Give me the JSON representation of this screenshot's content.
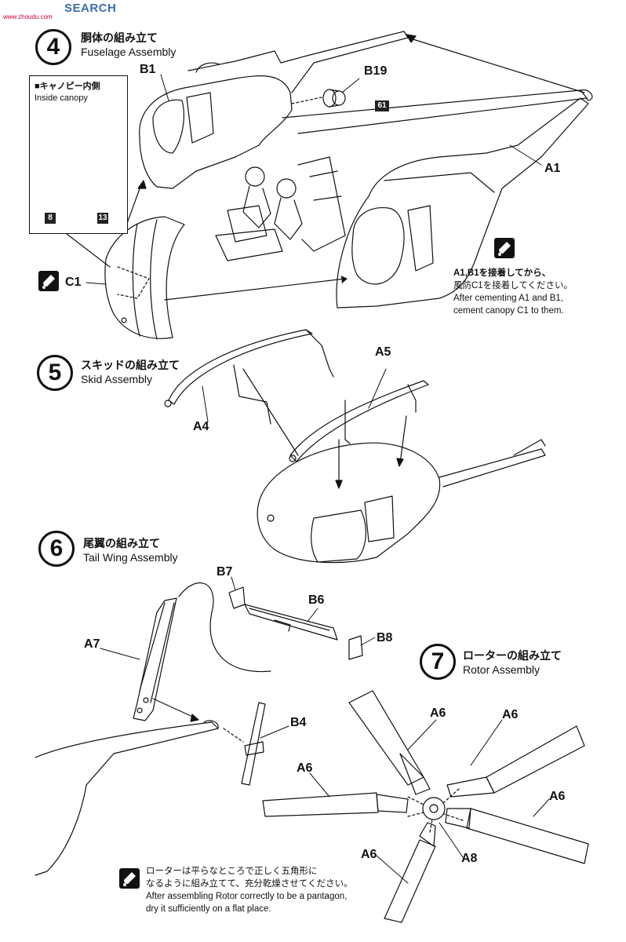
{
  "watermark": {
    "site": "SEARCH",
    "url": "www.zhoudu.com"
  },
  "steps": [
    {
      "number": "4",
      "title_jp": "胴体の組み立て",
      "title_en": "Fuselage Assembly"
    },
    {
      "number": "5",
      "title_jp": "スキッドの組み立て",
      "title_en": "Skid Assembly"
    },
    {
      "number": "6",
      "title_jp": "尾翼の組み立て",
      "title_en": "Tail Wing Assembly"
    },
    {
      "number": "7",
      "title_jp": "ローターの組み立て",
      "title_en": "Rotor Assembly"
    }
  ],
  "inset": {
    "title_jp": "■キャノピー内側",
    "title_en": "Inside canopy",
    "left_num": "8",
    "right_num": "13"
  },
  "parts": {
    "b1": "B1",
    "b19": "B19",
    "a1": "A1",
    "c1": "C1",
    "num61": "61",
    "a5": "A5",
    "a4": "A4",
    "b7": "B7",
    "b6": "B6",
    "b8": "B8",
    "a7": "A7",
    "b4": "B4",
    "a6": "A6",
    "a8": "A8"
  },
  "notes": {
    "step4": {
      "jp1": "A1,B1を接着してから、",
      "jp2": "風防C1を接着してください。",
      "en1": "After cementing A1 and B1,",
      "en2": "cement canopy  C1 to them."
    },
    "step7": {
      "jp1": "ローターは平らなところで正しく五角形に",
      "jp2": "なるように組み立てて、充分乾燥させてください。",
      "en1": "After assembling Rotor correctly to be a pantagon,",
      "en2": "dry it sufficiently on a flat place."
    }
  },
  "icons": [
    "cement-note-icon",
    "helicopter-fuselage-drawing",
    "rotor-blade-drawing",
    "skid-drawing",
    "tail-wing-drawing"
  ]
}
